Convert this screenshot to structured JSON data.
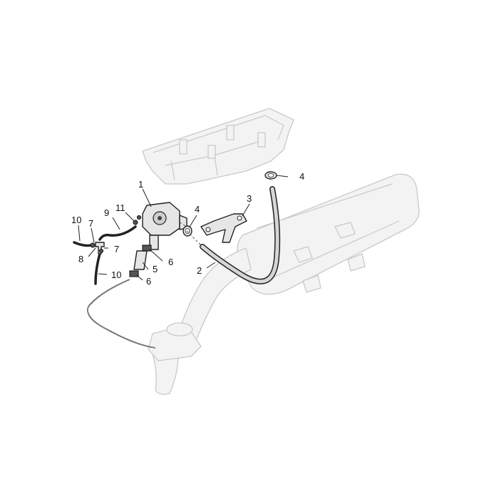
{
  "callouts": [
    {
      "id": "c1",
      "text": "1"
    },
    {
      "id": "c2",
      "text": "2"
    },
    {
      "id": "c3",
      "text": "3"
    },
    {
      "id": "c4a",
      "text": "4"
    },
    {
      "id": "c4b",
      "text": "4"
    },
    {
      "id": "c5",
      "text": "5"
    },
    {
      "id": "c6a",
      "text": "6"
    },
    {
      "id": "c6b",
      "text": "6"
    },
    {
      "id": "c7a",
      "text": "7"
    },
    {
      "id": "c7b",
      "text": "7"
    },
    {
      "id": "c8",
      "text": "8"
    },
    {
      "id": "c9",
      "text": "9"
    },
    {
      "id": "c10a",
      "text": "10"
    },
    {
      "id": "c10b",
      "text": "10"
    },
    {
      "id": "c11",
      "text": "11"
    }
  ]
}
